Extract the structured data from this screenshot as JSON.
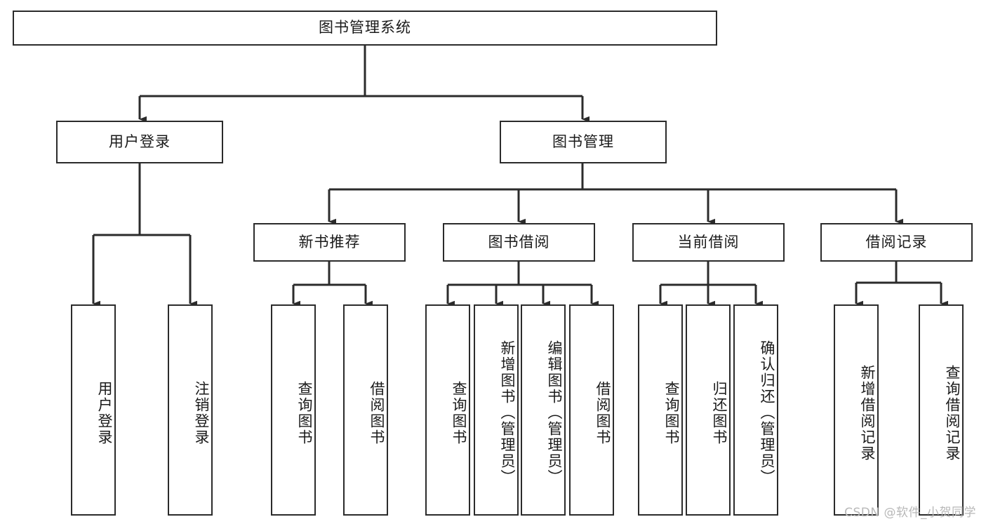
{
  "diagram": {
    "type": "hierarchy-tree",
    "title": "图书管理系统",
    "orientation": "top-down",
    "watermark": "CSDN @软件_小贺同学",
    "colors": {
      "background": "#ffffff",
      "box_border": "#2b2b2b",
      "box_fill": "#ffffff",
      "text": "#1a1a1a",
      "connector": "#2b2b2b",
      "watermark": "#b8b8b8"
    },
    "nodes": {
      "root": {
        "label": "图书管理系统",
        "level": 0
      },
      "level1": [
        {
          "id": "user-login",
          "label": "用户登录"
        },
        {
          "id": "book-manage",
          "label": "图书管理"
        }
      ],
      "level2": [
        {
          "id": "new-book-rec",
          "label": "新书推荐",
          "parent": "book-manage"
        },
        {
          "id": "book-borrow",
          "label": "图书借阅",
          "parent": "book-manage"
        },
        {
          "id": "current-borrow",
          "label": "当前借阅",
          "parent": "book-manage"
        },
        {
          "id": "borrow-record",
          "label": "借阅记录",
          "parent": "book-manage"
        }
      ],
      "leaves": [
        {
          "id": "leaf-user-login",
          "label": "用户登录",
          "parent": "user-login"
        },
        {
          "id": "leaf-user-logout",
          "label": "注销登录",
          "parent": "user-login"
        },
        {
          "id": "leaf-query-book-1",
          "label": "查询图书",
          "parent": "new-book-rec"
        },
        {
          "id": "leaf-borrow-book-1",
          "label": "借阅图书",
          "parent": "new-book-rec"
        },
        {
          "id": "leaf-query-book-2",
          "label": "查询图书",
          "parent": "book-borrow"
        },
        {
          "id": "leaf-add-book",
          "label": "新增图书（管理员）",
          "parent": "book-borrow"
        },
        {
          "id": "leaf-edit-book",
          "label": "编辑图书（管理员）",
          "parent": "book-borrow"
        },
        {
          "id": "leaf-borrow-book-2",
          "label": "借阅图书",
          "parent": "book-borrow"
        },
        {
          "id": "leaf-query-book-3",
          "label": "查询图书",
          "parent": "current-borrow"
        },
        {
          "id": "leaf-return-book",
          "label": "归还图书",
          "parent": "current-borrow"
        },
        {
          "id": "leaf-confirm-return",
          "label": "确认归还（管理员）",
          "parent": "current-borrow"
        },
        {
          "id": "leaf-add-record",
          "label": "新增借阅记录",
          "parent": "borrow-record"
        },
        {
          "id": "leaf-query-record",
          "label": "查询借阅记录",
          "parent": "borrow-record"
        }
      ]
    }
  }
}
